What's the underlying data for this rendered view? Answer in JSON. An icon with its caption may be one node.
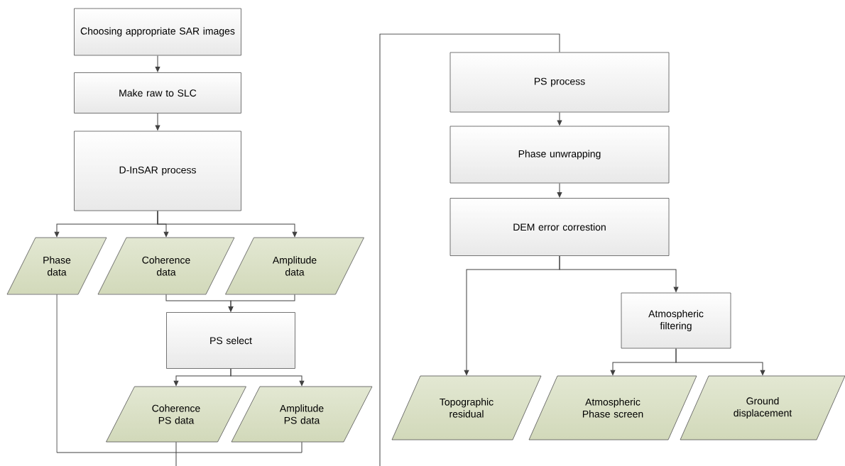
{
  "diagram": {
    "nodes": [
      {
        "text": [
          "Choosing appropriate SAR images"
        ]
      },
      {
        "text": [
          "Make raw to SLC"
        ]
      },
      {
        "text": [
          "D-InSAR process"
        ]
      },
      {
        "text": [
          "Phase data"
        ]
      },
      {
        "text": [
          "Coherence data"
        ]
      },
      {
        "text": [
          "Amplitude data"
        ]
      },
      {
        "text": [
          "PS select"
        ]
      },
      {
        "text": [
          "Coherence PS data"
        ]
      },
      {
        "text": [
          "Amplitude PS data"
        ]
      },
      {
        "text": [
          "PS process"
        ]
      },
      {
        "text": [
          "Phase unwrapping"
        ]
      },
      {
        "text": [
          "DEM error correstion"
        ]
      },
      {
        "text": [
          "Topographic residual"
        ]
      },
      {
        "text": [
          "Atmospheric filtering"
        ]
      },
      {
        "text": [
          "Atmospheric Phase screen"
        ]
      },
      {
        "text": [
          "Ground displacement"
        ]
      }
    ],
    "edges": [
      {
        "from": 0,
        "to": 1,
        "arrow": "to"
      },
      {
        "from": 1,
        "to": 2,
        "arrow": "to"
      },
      {
        "from": 2,
        "to": 3,
        "arrow": "to"
      },
      {
        "from": 2,
        "to": 4,
        "arrow": "to"
      },
      {
        "from": 2,
        "to": 5,
        "arrow": "to"
      },
      {
        "from": 4,
        "to": 6,
        "arrow": "to"
      },
      {
        "from": 5,
        "to": 6,
        "arrow": "to"
      },
      {
        "from": 6,
        "to": 7,
        "arrow": "to"
      },
      {
        "from": 6,
        "to": 8,
        "arrow": "to"
      },
      {
        "from": 3,
        "to": 9,
        "arrow": "none"
      },
      {
        "from": 7,
        "to": 9,
        "arrow": "none"
      },
      {
        "from": 8,
        "to": 9,
        "arrow": "none"
      },
      {
        "from": 9,
        "to": 10,
        "arrow": "to"
      },
      {
        "from": 10,
        "to": 11,
        "arrow": "to"
      },
      {
        "from": 11,
        "to": 12,
        "arrow": "to"
      },
      {
        "from": 11,
        "to": 13,
        "arrow": "to"
      },
      {
        "from": 13,
        "to": 14,
        "arrow": "to"
      },
      {
        "from": 13,
        "to": 15,
        "arrow": "to"
      }
    ]
  }
}
